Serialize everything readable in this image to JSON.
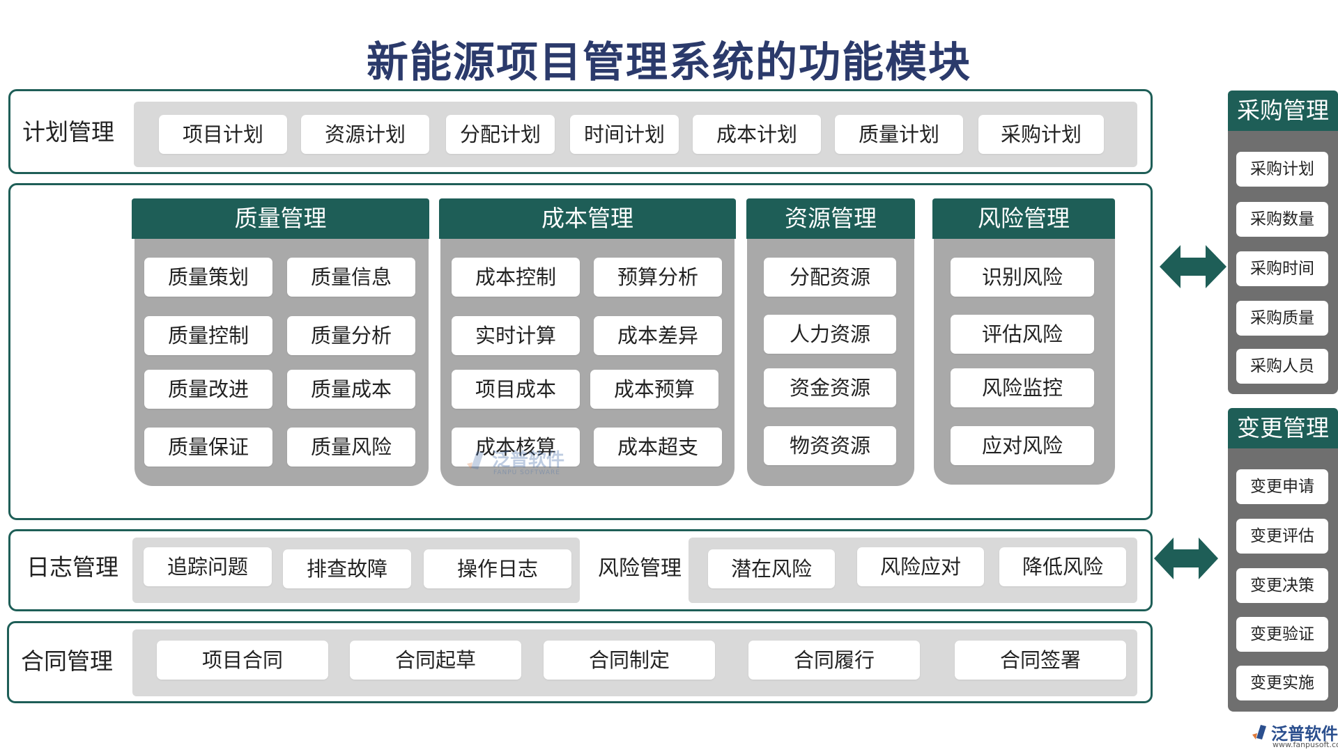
{
  "title": "新能源项目管理系统的功能模块",
  "plan": {
    "label": "计划管理",
    "items": [
      "项目计划",
      "资源计划",
      "分配计划",
      "时间计划",
      "成本计划",
      "质量计划",
      "采购计划"
    ]
  },
  "cards": [
    {
      "title": "质量管理",
      "items": [
        "质量策划",
        "质量信息",
        "质量控制",
        "质量分析",
        "质量改进",
        "质量成本",
        "质量保证",
        "质量风险"
      ]
    },
    {
      "title": "成本管理",
      "items": [
        "成本控制",
        "预算分析",
        "实时计算",
        "成本差异",
        "项目成本",
        "成本预算",
        "成本核算",
        "成本超支"
      ]
    },
    {
      "title": "资源管理",
      "items": [
        "分配资源",
        "人力资源",
        "资金资源",
        "物资资源"
      ]
    },
    {
      "title": "风险管理",
      "items": [
        "识别风险",
        "评估风险",
        "风险监控",
        "应对风险"
      ]
    }
  ],
  "log": {
    "label": "日志管理",
    "items": [
      "追踪问题",
      "排查故障",
      "操作日志"
    ],
    "risk_label": "风险管理",
    "risk_items": [
      "潜在风险",
      "风险应对",
      "降低风险"
    ]
  },
  "contract": {
    "label": "合同管理",
    "items": [
      "项目合同",
      "合同起草",
      "合同制定",
      "合同履行",
      "合同签署"
    ]
  },
  "purchase": {
    "title": "采购管理",
    "items": [
      "采购计划",
      "采购数量",
      "采购时间",
      "采购质量",
      "采购人员"
    ]
  },
  "change": {
    "title": "变更管理",
    "items": [
      "变更申请",
      "变更评估",
      "变更决策",
      "变更验证",
      "变更实施"
    ]
  },
  "logo": {
    "name": "泛普软件",
    "url": "www.fanpusoft.com"
  },
  "watermark": {
    "name": "泛普软件",
    "sub": "FANPU SOFTWARE"
  },
  "colors": {
    "accent": "#1e5e57",
    "title": "#2b3a6b",
    "gray_box": "#d9d9d9",
    "card_body": "#a9a9a9",
    "side_panel": "#6f6f6f"
  },
  "icons": [
    "double-arrow-icon",
    "fanpu-logo-icon"
  ]
}
